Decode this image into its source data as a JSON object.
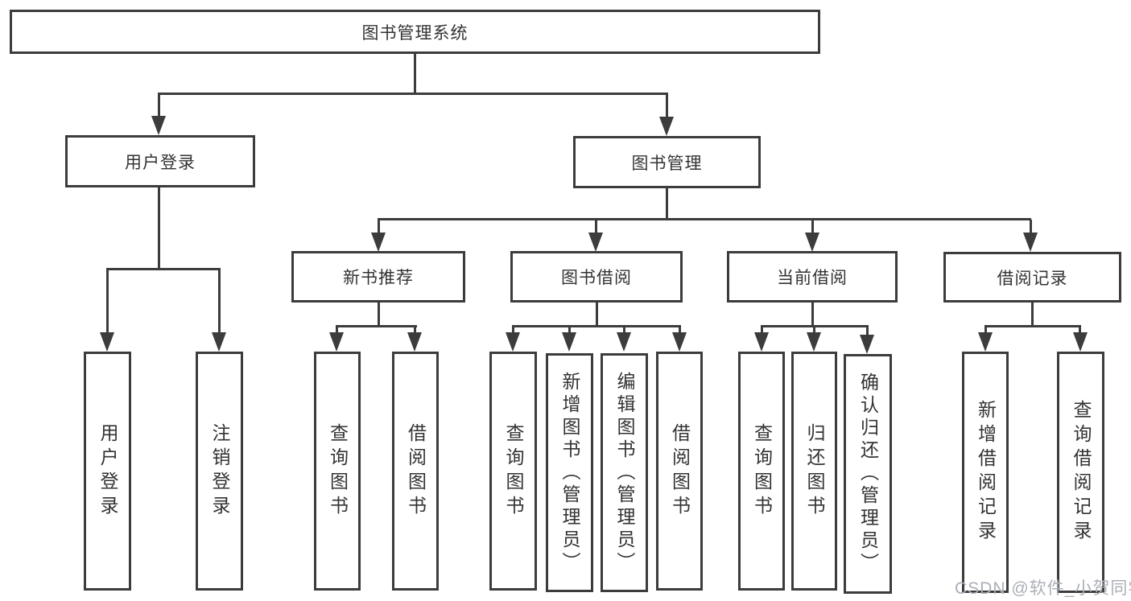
{
  "nodes": {
    "root": "图书管理系统",
    "user_login_group": "用户登录",
    "book_management": "图书管理",
    "new_book_recommend": "新书推荐",
    "book_borrow": "图书借阅",
    "current_borrow": "当前借阅",
    "borrow_records": "借阅记录",
    "leaf_user_login": "用户登录",
    "leaf_logout": "注销登录",
    "rec_query_books": "查询图书",
    "rec_borrow_books": "借阅图书",
    "bb_query_books": "查询图书",
    "bb_add_books_admin": "新增图书（管理员）",
    "bb_edit_books_admin": "编辑图书（管理员）",
    "bb_borrow_books": "借阅图书",
    "cb_query_books": "查询图书",
    "cb_return_books": "归还图书",
    "cb_confirm_return_admin": "确认归还（管理员）",
    "br_add_record": "新增借阅记录",
    "br_query_record": "查询借阅记录"
  },
  "watermark": "CSDN @软件_小贺同学",
  "colors": {
    "line": "#3c3c3c",
    "text": "#333333",
    "watermark": "#abb0b7",
    "background": "#ffffff"
  }
}
